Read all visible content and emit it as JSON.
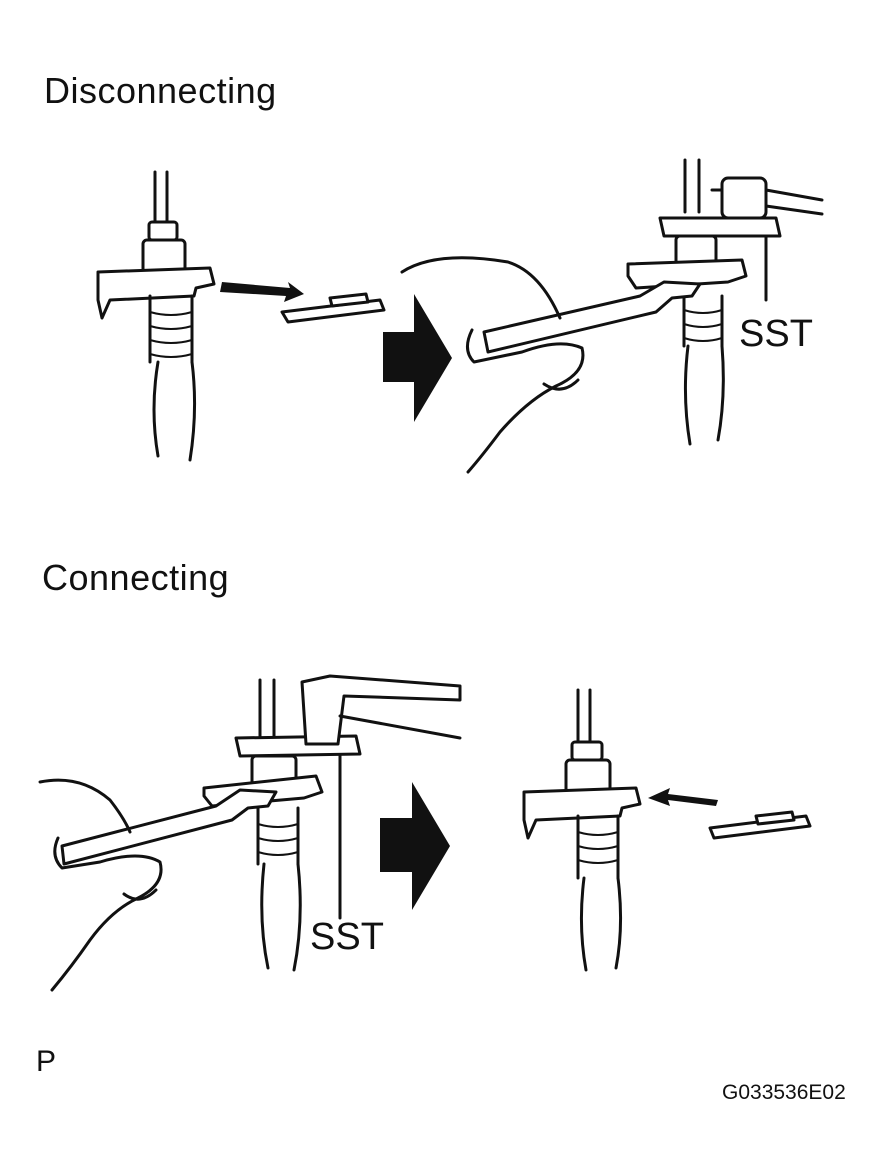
{
  "sections": {
    "disconnecting": {
      "title": "Disconnecting",
      "sst_label": "SST"
    },
    "connecting": {
      "title": "Connecting",
      "sst_label": "SST"
    }
  },
  "page_mark": "P",
  "figure_code": "G033536E02"
}
